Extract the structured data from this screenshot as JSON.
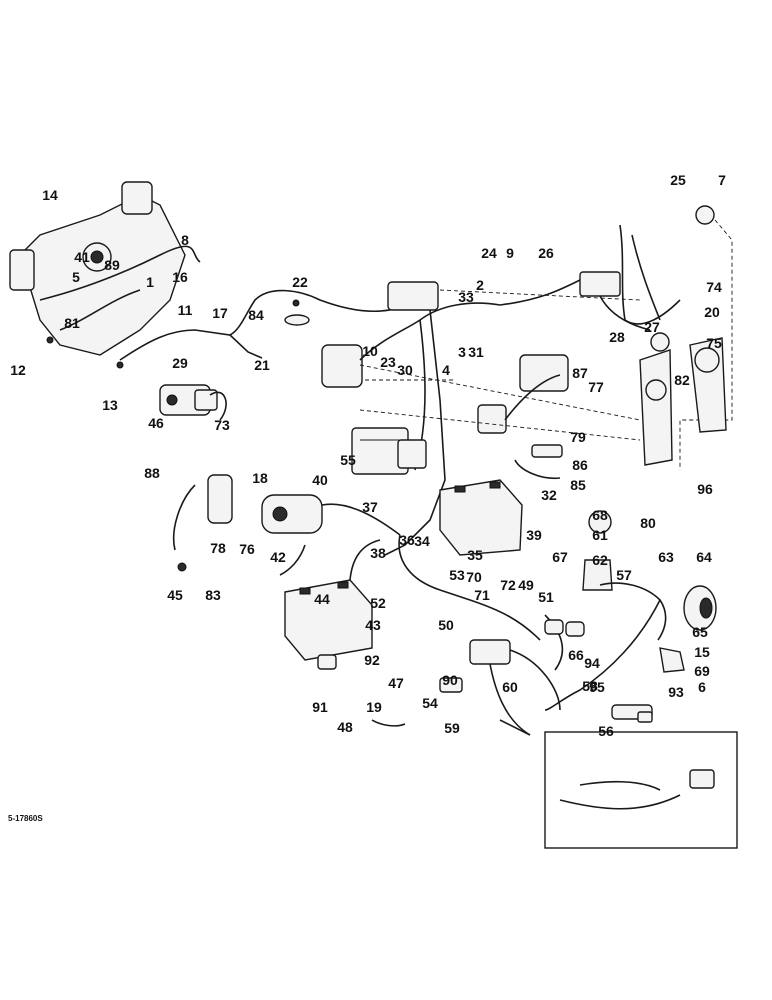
{
  "reference_number": "5-17860S",
  "callouts": [
    "14",
    "41",
    "89",
    "8",
    "5",
    "1",
    "16",
    "81",
    "12",
    "13",
    "11",
    "17",
    "29",
    "84",
    "22",
    "21",
    "46",
    "73",
    "10",
    "23",
    "30",
    "4",
    "3",
    "31",
    "33",
    "2",
    "24",
    "9",
    "26",
    "87",
    "77",
    "28",
    "27",
    "82",
    "75",
    "20",
    "74",
    "25",
    "7",
    "79",
    "80",
    "96",
    "86",
    "85",
    "32",
    "55",
    "88",
    "18",
    "78",
    "76",
    "40",
    "37",
    "36",
    "35",
    "39",
    "34",
    "38",
    "42",
    "45",
    "83",
    "43",
    "44",
    "92",
    "91",
    "19",
    "47",
    "48",
    "52",
    "53",
    "70",
    "71",
    "72",
    "49",
    "51",
    "50",
    "90",
    "54",
    "59",
    "60",
    "66",
    "67",
    "68",
    "61",
    "62",
    "63",
    "64",
    "65",
    "15",
    "69",
    "6",
    "94",
    "95",
    "57",
    "58",
    "93",
    "56"
  ]
}
